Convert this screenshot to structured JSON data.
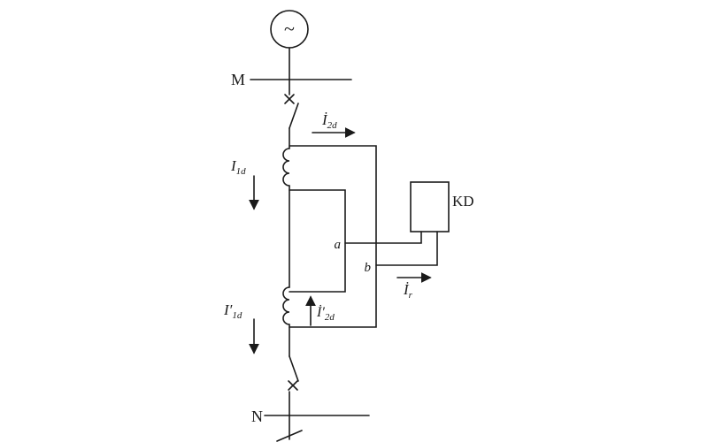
{
  "diagram": {
    "source_symbol": "~",
    "labels": {
      "bus_top": "M",
      "bus_bottom": "N",
      "relay": "KD",
      "node_a": "a",
      "node_b": "b",
      "i2d": {
        "sym": "İ",
        "sub": "2d"
      },
      "i1d": {
        "sym": "I",
        "sub": "1d"
      },
      "i1d_prime": {
        "sym": "I′",
        "sub": "1d"
      },
      "i2d_prime": {
        "sym": "İ′",
        "sub": "2d"
      },
      "ir": {
        "sym": "İ",
        "sub": "r"
      }
    },
    "colors": {
      "ink": "#1a1a1a",
      "paper": "#ffffff"
    }
  }
}
